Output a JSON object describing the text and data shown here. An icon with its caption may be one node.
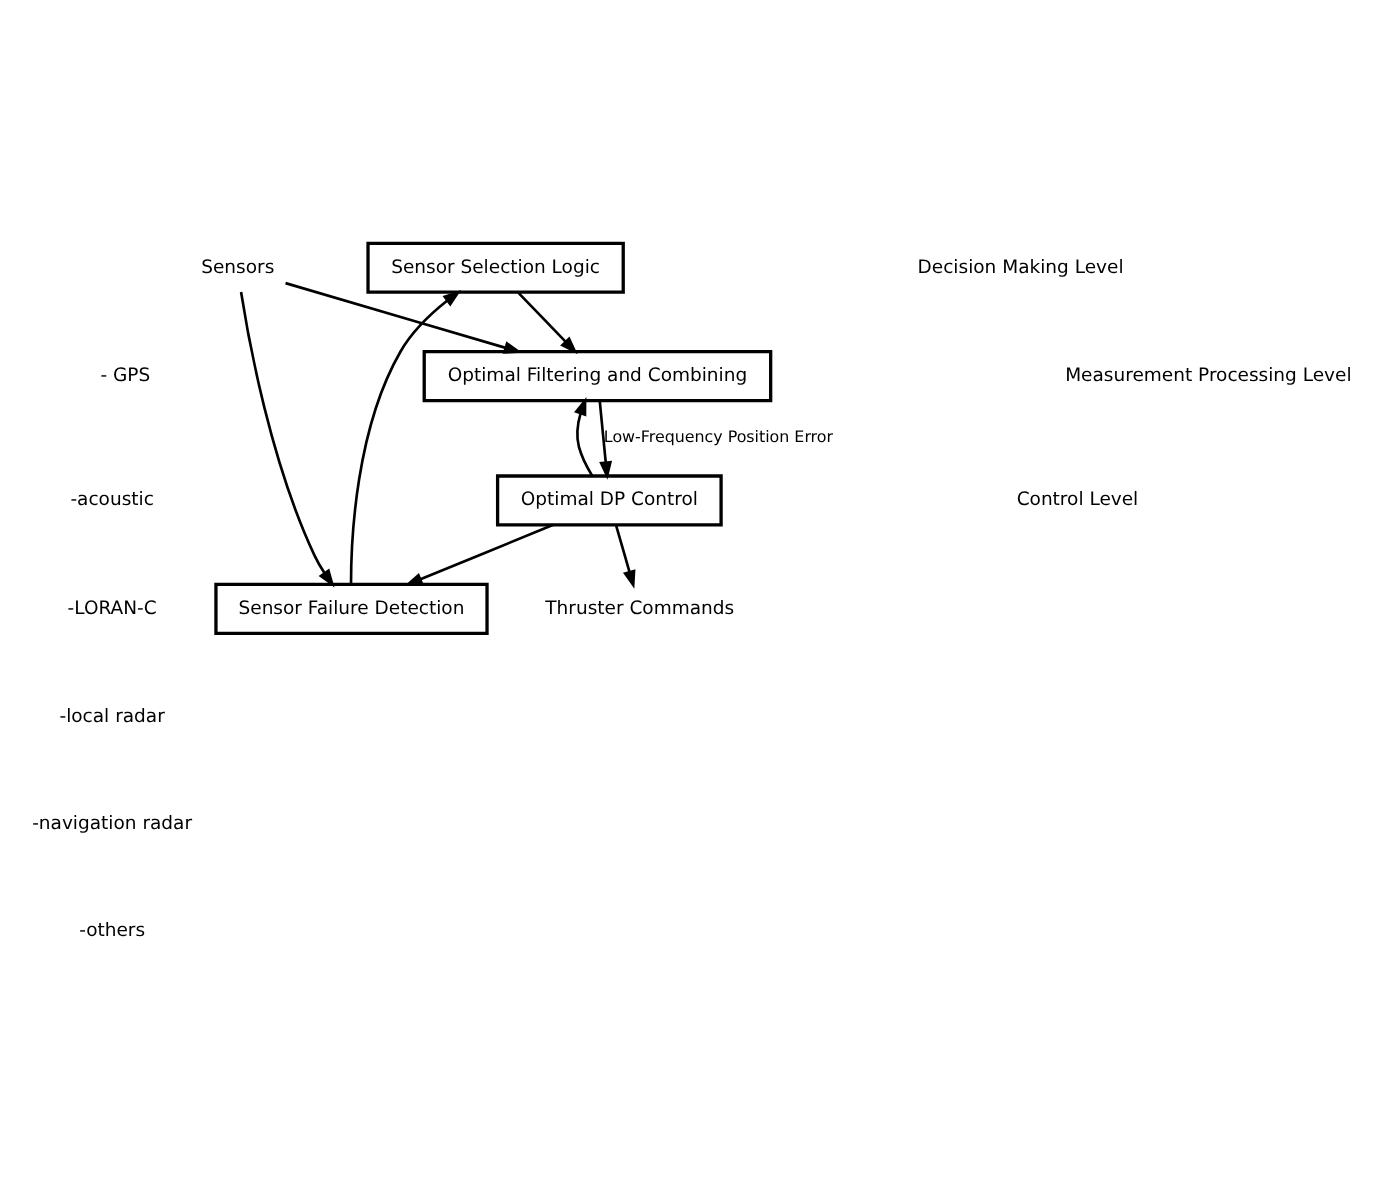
{
  "diagram": {
    "nodes": [
      {
        "text": [
          "Sensor Selection Logic"
        ]
      },
      {
        "text": [
          "Sensor Failure Detection"
        ]
      },
      {
        "text": [
          "Optimal Filtering and Combining"
        ]
      },
      {
        "text": [
          "Optimal DP Control"
        ]
      },
      {
        "text": [
          "Sensors"
        ]
      },
      {
        "text": [
          "Thruster Commands"
        ]
      }
    ],
    "edges": [
      {
        "from": 1,
        "to": 0,
        "arrow": "to"
      },
      {
        "from": 0,
        "to": 2,
        "arrow": "to"
      },
      {
        "from": 4,
        "to": 1,
        "arrow": "to"
      },
      {
        "from": 4,
        "to": 2,
        "arrow": "to"
      },
      {
        "from": 3,
        "to": 1,
        "arrow": "to"
      },
      {
        "from": 3,
        "to": 2,
        "arrow": "to"
      },
      {
        "from": 2,
        "to": 3,
        "arrow": "to",
        "label": "Low-Frequency Position Error"
      },
      {
        "from": 3,
        "to": 5,
        "arrow": "to"
      }
    ],
    "labels": [
      "Decision Making Level",
      "Measurement Processing Level",
      "- GPS",
      "-acoustic",
      "-LORAN-C",
      "-local radar",
      "-navigation radar",
      "-others",
      "Control Level"
    ]
  }
}
